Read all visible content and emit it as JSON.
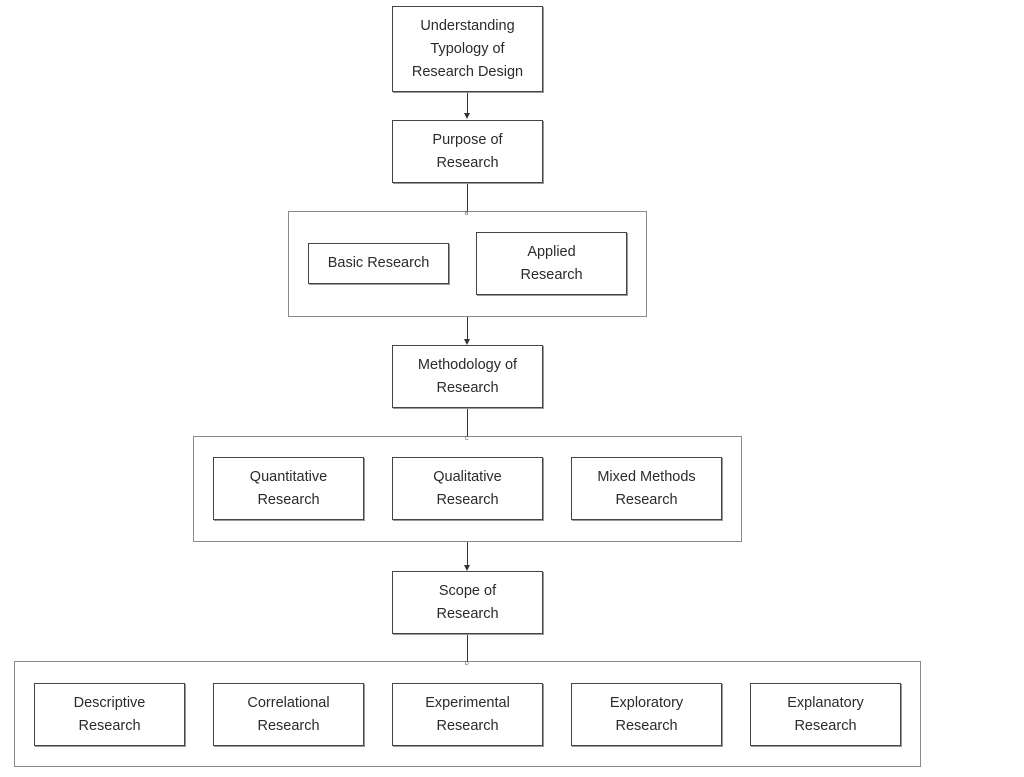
{
  "root": "Understanding\nTypology of\nResearch Design",
  "purpose": {
    "title": "Purpose of\nResearch",
    "tag": "B",
    "items": [
      "Basic Research",
      "Applied\nResearch"
    ]
  },
  "methodology": {
    "title": "Methodology of\nResearch",
    "tag": "C",
    "items": [
      "Quantitative\nResearch",
      "Qualitative\nResearch",
      "Mixed Methods\nResearch"
    ]
  },
  "scope": {
    "title": "Scope of\nResearch",
    "tag": "D",
    "items": [
      "Descriptive\nResearch",
      "Correlational\nResearch",
      "Experimental\nResearch",
      "Exploratory\nResearch",
      "Explanatory\nResearch"
    ]
  }
}
